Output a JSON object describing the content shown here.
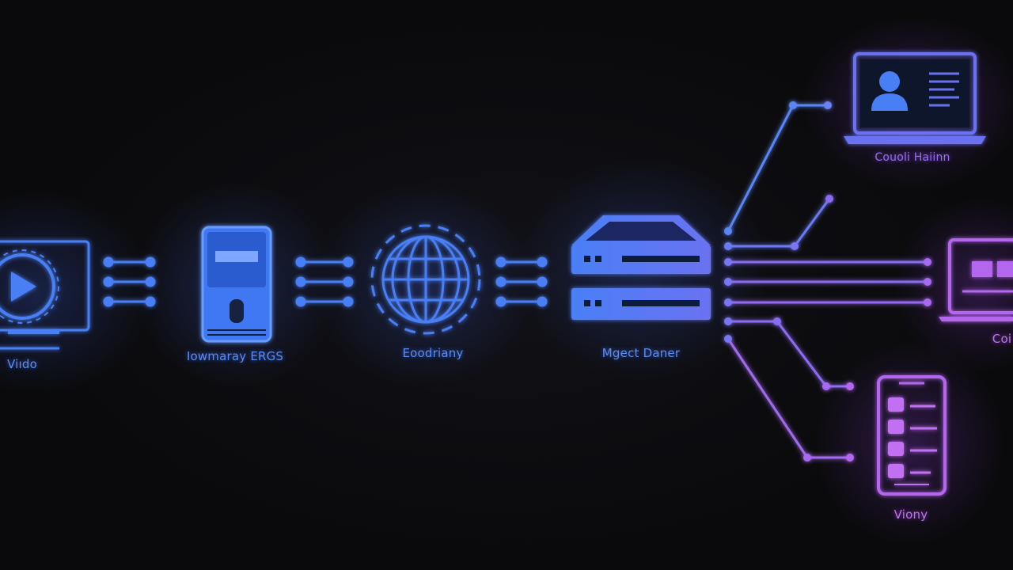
{
  "nodes": [
    {
      "id": "video",
      "label": "Viıdo",
      "icon": "video-monitor-icon"
    },
    {
      "id": "server-box",
      "label": "Iowmaray ERGS",
      "icon": "server-tower-icon"
    },
    {
      "id": "globe",
      "label": "Eoodriany",
      "icon": "globe-icon"
    },
    {
      "id": "router",
      "label": "Mgect Daner",
      "icon": "router-icon"
    },
    {
      "id": "laptop",
      "label": "Couoli Haiinn",
      "icon": "laptop-user-icon"
    },
    {
      "id": "monitor",
      "label": "Coi",
      "icon": "monitor-icon"
    },
    {
      "id": "phone",
      "label": "Viony",
      "icon": "phone-list-icon"
    }
  ],
  "colors": {
    "background": "#0b0b0d",
    "blue": "#4a7ff5",
    "violet": "#8a63f0",
    "purple": "#b566ee"
  }
}
